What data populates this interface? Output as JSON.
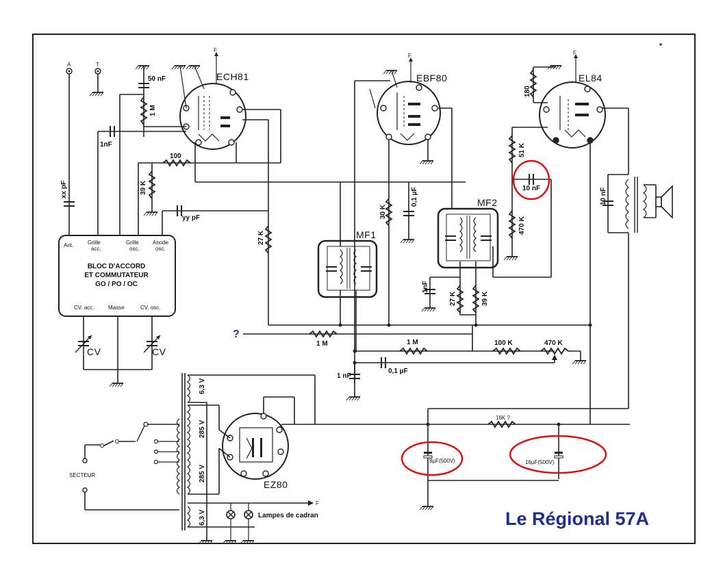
{
  "title": "Le Régional 57A",
  "question_mark": "?",
  "tubes": {
    "ech81": "ECH81",
    "ebf80": "EBF80",
    "el84": "EL84",
    "ez80": "EZ80"
  },
  "terminals": {
    "antenna": "A",
    "earth": "T",
    "filament": "F"
  },
  "bloc": {
    "line1": "BLOC D'ACCORD",
    "line2": "ET COMMUTATEUR",
    "line3": "GO / PO / OC",
    "pin_ant": "Ant.",
    "pin_grille_acc_1": "Grille",
    "pin_grille_acc_2": "acc.",
    "pin_grille_osc_1": "Grille",
    "pin_grille_osc_2": "osc.",
    "pin_anode_1": "Anode",
    "pin_anode_2": "osc.",
    "pin_cv_acc": "CV. acc.",
    "pin_masse": "Masse",
    "pin_cv_osc": "CV. osc."
  },
  "components": {
    "c_xx": "xx pF",
    "c_50n": "50 nF",
    "r_1m_top": "1 M",
    "c_1nf_top": "1nF",
    "r_100": "100",
    "r_39k_left": "39 K",
    "c_yy": "yy pF",
    "r_27k_mid": "27 K",
    "r_30k": "30 K",
    "c_01uf_top": "0,1 µF",
    "mf1": "MF1",
    "mf2": "MF2",
    "r_180": "180",
    "r_51k": "51 K",
    "c_10nf_mid": "10 nF",
    "r_470k_mid": "470 K",
    "c_10nf_out": "10 nF",
    "c_1nf_mid": "1nF",
    "r_27k_mf2": "27 K",
    "r_39k_mf2": "39 K",
    "r_1m_q": "1 M",
    "r_1m_line": "1 M",
    "r_100k": "100 K",
    "r_470k_pot": "470 K",
    "c_1nf_bot": "1 nF",
    "c_01uf_bot": "0,1 µF",
    "cv1": "CV",
    "cv2": "CV",
    "v_63_top": "6,3 V",
    "v_285_a": "285 V",
    "v_285_b": "285 V",
    "v_63_bot": "6,3 V",
    "secteur": "SECTEUR",
    "lampes": "Lampes de cadran",
    "r_16k": "16K ?",
    "c_8uf": "8µF(500V)",
    "c_16uf": "16µF(500V)"
  },
  "colors": {
    "title": "#1f2f8f",
    "highlight": "#e01010",
    "ink": "#222222"
  },
  "highlights": [
    "c_10nf_mid",
    "c_8uf",
    "c_16uf"
  ]
}
